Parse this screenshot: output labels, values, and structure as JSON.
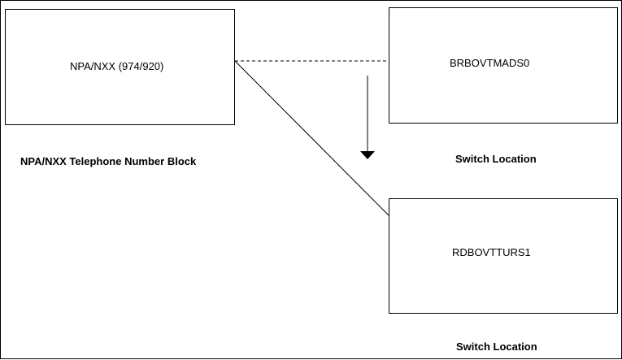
{
  "npa_block": {
    "label": "NPA/NXX (974/920)",
    "caption": "NPA/NXX Telephone Number Block"
  },
  "switch_a": {
    "label": "BRBOVTMADS0",
    "caption": "Switch Location"
  },
  "switch_b": {
    "label": "RDBOVTTURS1",
    "caption": "Switch Location"
  },
  "colors": {
    "line": "#000000",
    "background": "#ffffff"
  }
}
